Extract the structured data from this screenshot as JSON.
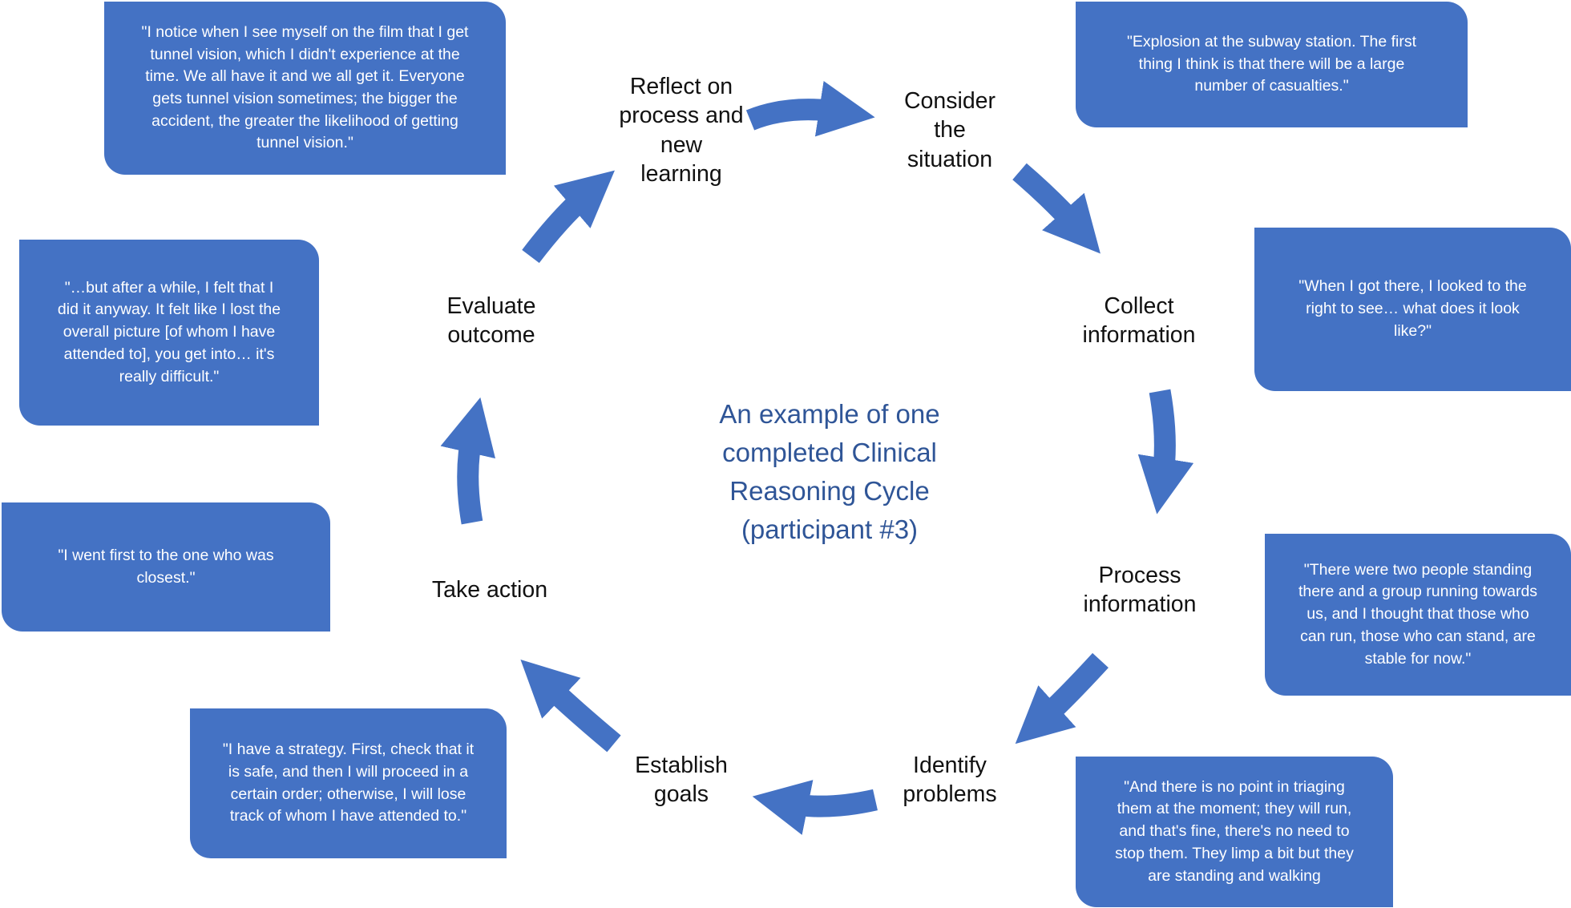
{
  "center_title": "An example of one completed Clinical Reasoning Cycle (participant #3)",
  "center_lines": [
    "An example of one",
    "completed Clinical",
    "Reasoning Cycle",
    "(participant #3)"
  ],
  "colors": {
    "box": "#4472c4",
    "arrow": "#4472c4",
    "title": "#2f5597",
    "step_text": "#111111"
  },
  "steps": [
    {
      "id": "consider",
      "lines": [
        "Consider",
        "the",
        "situation"
      ]
    },
    {
      "id": "collect",
      "lines": [
        "Collect",
        "information"
      ]
    },
    {
      "id": "process",
      "lines": [
        "Process",
        "information"
      ]
    },
    {
      "id": "identify",
      "lines": [
        "Identify",
        "problems"
      ]
    },
    {
      "id": "establish",
      "lines": [
        "Establish",
        "goals"
      ]
    },
    {
      "id": "take-action",
      "lines": [
        "Take action"
      ]
    },
    {
      "id": "evaluate",
      "lines": [
        "Evaluate",
        "outcome"
      ]
    },
    {
      "id": "reflect",
      "lines": [
        "Reflect on",
        "process and",
        "new",
        "learning"
      ]
    }
  ],
  "quotes": [
    {
      "id": "consider",
      "lines": [
        "\"Explosion at the subway station. The first",
        "thing I think is that there will be a large",
        "number of casualties.\""
      ]
    },
    {
      "id": "collect",
      "lines": [
        "\"When I got there, I looked to the",
        "right to see… what does it look",
        "like?\""
      ]
    },
    {
      "id": "process",
      "lines": [
        "\"There were two people standing",
        "there and a group running towards",
        "us, and I thought that those who",
        "can run, those who can stand, are",
        "stable for now.\""
      ]
    },
    {
      "id": "identify",
      "lines": [
        "\"And there is no point in triaging",
        "them at the moment; they will run,",
        "and that's fine, there's no need to",
        "stop them. They limp a bit but they",
        "are standing and walking"
      ]
    },
    {
      "id": "establish",
      "lines": [
        "\"I have a strategy. First, check that it",
        "is safe, and then I will proceed in a",
        "certain order; otherwise, I will lose",
        "track of whom I have attended to.\""
      ]
    },
    {
      "id": "take-action",
      "lines": [
        "\"I went first to the one who was",
        "closest.\""
      ]
    },
    {
      "id": "evaluate",
      "lines": [
        "\"…but after a while, I felt that I",
        "did it anyway. It felt like I lost the",
        "overall picture [of whom I have",
        "attended to], you get into… it's",
        "really difficult.\""
      ]
    },
    {
      "id": "reflect",
      "lines": [
        "\"I notice when I see myself on the film that I get",
        "tunnel vision, which I didn't experience at the",
        "time. We all have it and we all get it. Everyone",
        "gets tunnel vision sometimes; the bigger the",
        "accident, the greater the likelihood of getting",
        "tunnel vision.\""
      ]
    }
  ]
}
